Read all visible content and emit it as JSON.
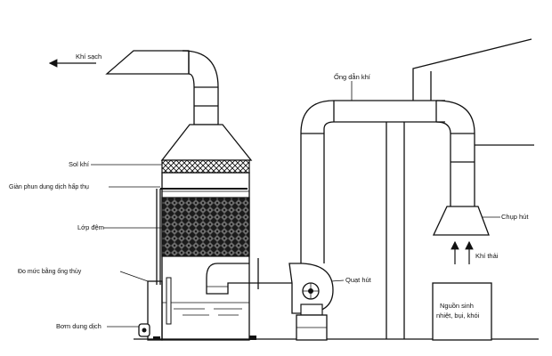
{
  "labels": {
    "clean_air": "Khí sạch",
    "duct": "Ống dẫn khí",
    "mist": "Sol khí",
    "spray_rack": "Giàn phun dung dịch hấp thụ",
    "packing": "Lớp đệm",
    "level_gauge": "Đo mức bằng ống thủy",
    "pump": "Bơm dung dịch",
    "fan": "Quạt hút",
    "hood": "Chụp hút",
    "exhaust": "Khí thải",
    "source_line1": "Nguồn sinh",
    "source_line2": "nhiệt, bụi, khói"
  },
  "colors": {
    "line": "#111111",
    "background": "#ffffff"
  }
}
